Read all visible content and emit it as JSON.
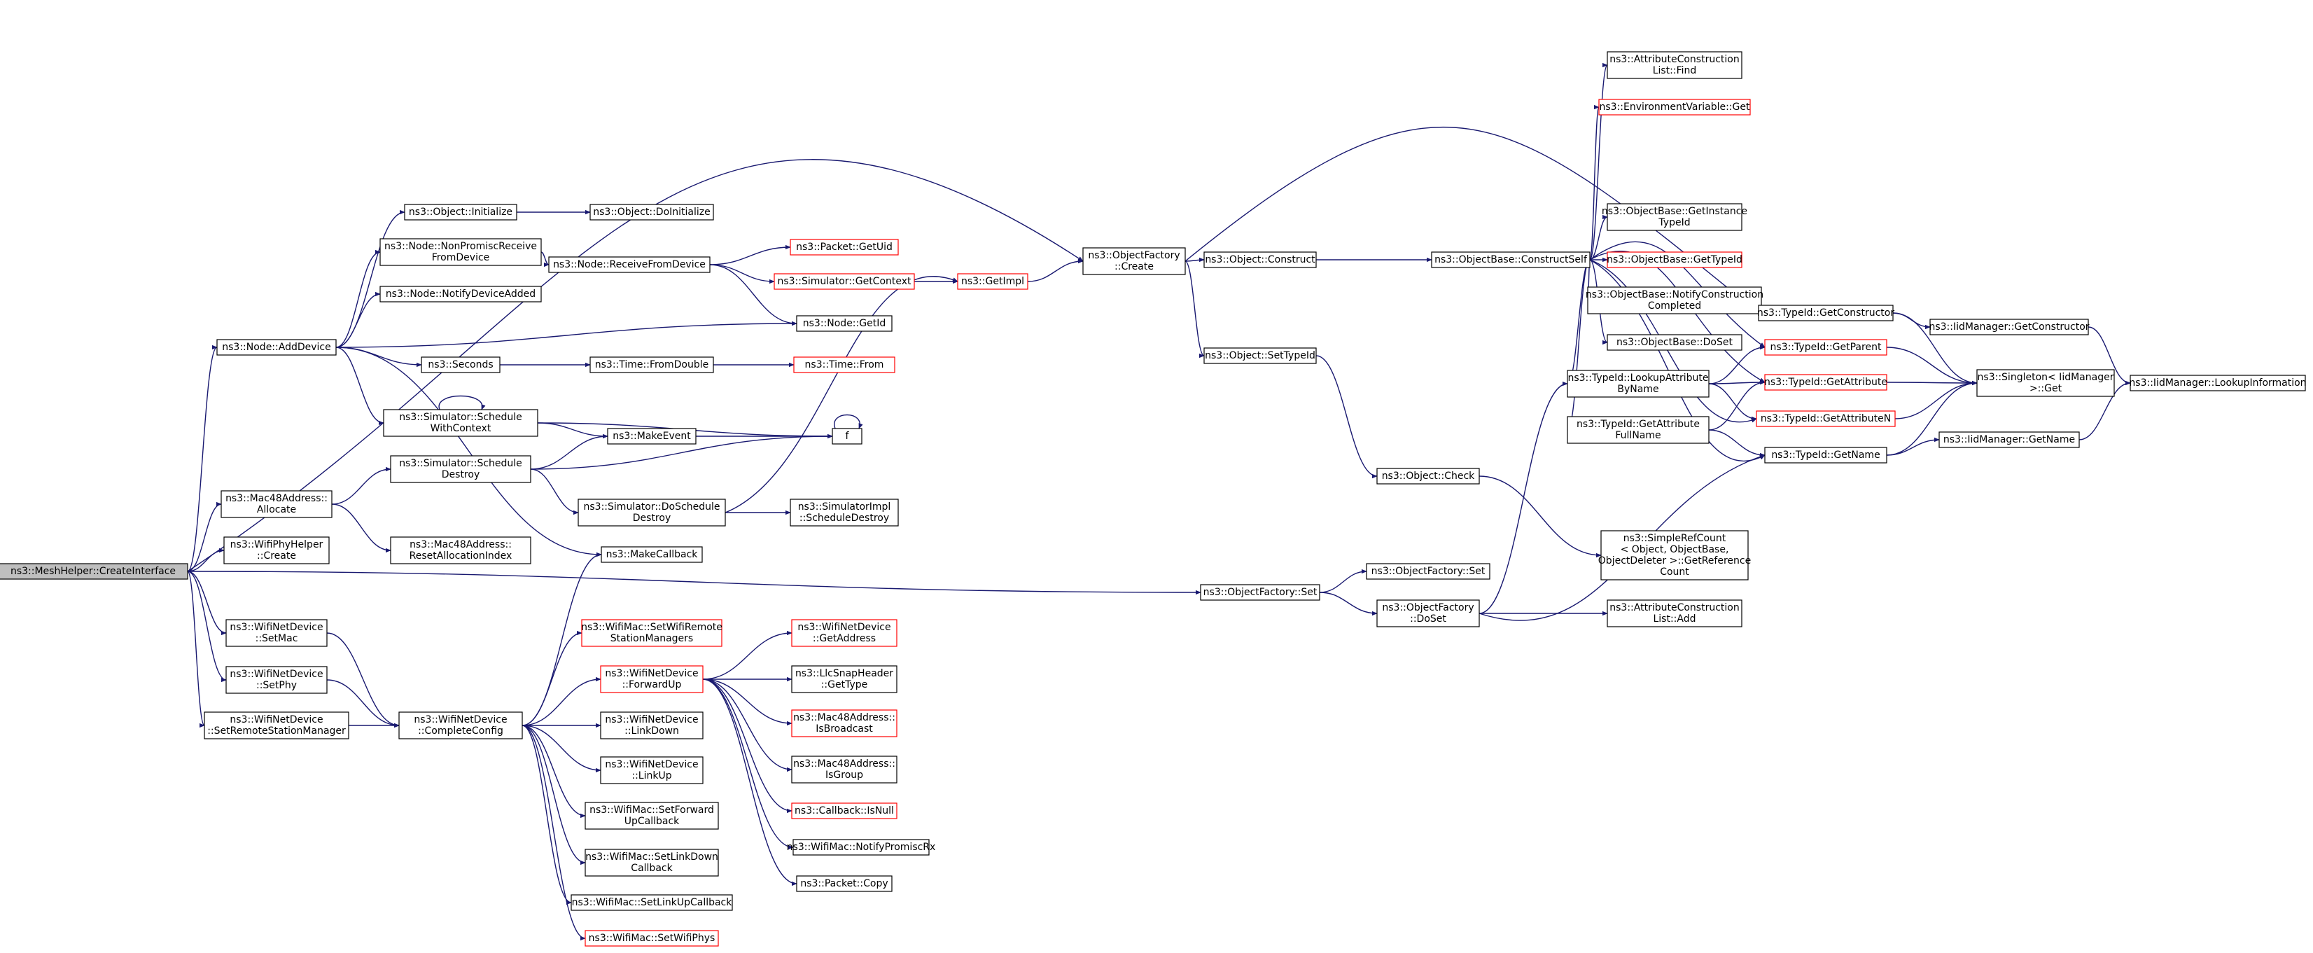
{
  "colors": {
    "edge": "#191970",
    "border_normal": "#000000",
    "border_red": "#ff0000",
    "root_fill": "#bfbfbf",
    "node_fill": "#ffffff"
  },
  "nodes": [
    {
      "id": "root",
      "lines": [
        "ns3::MeshHelper::CreateInterface"
      ],
      "style": "root"
    },
    {
      "id": "addDevice",
      "lines": [
        "ns3::Node::AddDevice"
      ],
      "style": "normal"
    },
    {
      "id": "objInit",
      "lines": [
        "ns3::Object::Initialize"
      ],
      "style": "normal"
    },
    {
      "id": "objDoInit",
      "lines": [
        "ns3::Object::DoInitialize"
      ],
      "style": "normal"
    },
    {
      "id": "nonPromisc",
      "lines": [
        "ns3::Node::NonPromiscReceive",
        "FromDevice"
      ],
      "style": "normal"
    },
    {
      "id": "recvFromDev",
      "lines": [
        "ns3::Node::ReceiveFromDevice"
      ],
      "style": "normal"
    },
    {
      "id": "pktGetUid",
      "lines": [
        "ns3::Packet::GetUid"
      ],
      "style": "red"
    },
    {
      "id": "simGetCtx",
      "lines": [
        "ns3::Simulator::GetContext"
      ],
      "style": "red"
    },
    {
      "id": "getImpl",
      "lines": [
        "ns3::GetImpl"
      ],
      "style": "red"
    },
    {
      "id": "notifyDevAdded",
      "lines": [
        "ns3::Node::NotifyDeviceAdded"
      ],
      "style": "normal"
    },
    {
      "id": "nodeGetId",
      "lines": [
        "ns3::Node::GetId"
      ],
      "style": "normal"
    },
    {
      "id": "seconds",
      "lines": [
        "ns3::Seconds"
      ],
      "style": "normal"
    },
    {
      "id": "timeFromDouble",
      "lines": [
        "ns3::Time::FromDouble"
      ],
      "style": "normal"
    },
    {
      "id": "timeFrom",
      "lines": [
        "ns3::Time::From"
      ],
      "style": "red"
    },
    {
      "id": "schedWithCtx",
      "lines": [
        "ns3::Simulator::Schedule",
        "WithContext"
      ],
      "style": "normal"
    },
    {
      "id": "makeEvent",
      "lines": [
        "ns3::MakeEvent"
      ],
      "style": "normal"
    },
    {
      "id": "f",
      "lines": [
        "f"
      ],
      "style": "normal"
    },
    {
      "id": "schedDestroy",
      "lines": [
        "ns3::Simulator::Schedule",
        "Destroy"
      ],
      "style": "normal"
    },
    {
      "id": "doSchedDestroy",
      "lines": [
        "ns3::Simulator::DoSchedule",
        "Destroy"
      ],
      "style": "normal"
    },
    {
      "id": "simImplSchedDestroy",
      "lines": [
        "ns3::SimulatorImpl",
        "::ScheduleDestroy"
      ],
      "style": "normal"
    },
    {
      "id": "macAllocate",
      "lines": [
        "ns3::Mac48Address::",
        "Allocate"
      ],
      "style": "normal"
    },
    {
      "id": "macResetAlloc",
      "lines": [
        "ns3::Mac48Address::",
        "ResetAllocationIndex"
      ],
      "style": "normal"
    },
    {
      "id": "phyHelperCreate",
      "lines": [
        "ns3::WifiPhyHelper",
        "::Create"
      ],
      "style": "normal"
    },
    {
      "id": "makeCallback",
      "lines": [
        "ns3::MakeCallback"
      ],
      "style": "normal"
    },
    {
      "id": "wndSetMac",
      "lines": [
        "ns3::WifiNetDevice",
        "::SetMac"
      ],
      "style": "normal"
    },
    {
      "id": "wndSetPhy",
      "lines": [
        "ns3::WifiNetDevice",
        "::SetPhy"
      ],
      "style": "normal"
    },
    {
      "id": "wndSetRsm",
      "lines": [
        "ns3::WifiNetDevice",
        "::SetRemoteStationManager"
      ],
      "style": "normal"
    },
    {
      "id": "wndCompleteConfig",
      "lines": [
        "ns3::WifiNetDevice",
        "::CompleteConfig"
      ],
      "style": "normal"
    },
    {
      "id": "wmSetRsm",
      "lines": [
        "ns3::WifiMac::SetWifiRemote",
        "StationManagers"
      ],
      "style": "red"
    },
    {
      "id": "wndForwardUp",
      "lines": [
        "ns3::WifiNetDevice",
        "::ForwardUp"
      ],
      "style": "red"
    },
    {
      "id": "wndGetAddress",
      "lines": [
        "ns3::WifiNetDevice",
        "::GetAddress"
      ],
      "style": "red"
    },
    {
      "id": "llcGetType",
      "lines": [
        "ns3::LlcSnapHeader",
        "::GetType"
      ],
      "style": "normal"
    },
    {
      "id": "macIsBroadcast",
      "lines": [
        "ns3::Mac48Address::",
        "IsBroadcast"
      ],
      "style": "red"
    },
    {
      "id": "macIsGroup",
      "lines": [
        "ns3::Mac48Address::",
        "IsGroup"
      ],
      "style": "normal"
    },
    {
      "id": "cbIsNull",
      "lines": [
        "ns3::Callback::IsNull"
      ],
      "style": "red"
    },
    {
      "id": "wmNotifyPromisc",
      "lines": [
        "ns3::WifiMac::NotifyPromiscRx"
      ],
      "style": "normal"
    },
    {
      "id": "pktCopy",
      "lines": [
        "ns3::Packet::Copy"
      ],
      "style": "normal"
    },
    {
      "id": "wndLinkDown",
      "lines": [
        "ns3::WifiNetDevice",
        "::LinkDown"
      ],
      "style": "normal"
    },
    {
      "id": "wndLinkUp",
      "lines": [
        "ns3::WifiNetDevice",
        "::LinkUp"
      ],
      "style": "normal"
    },
    {
      "id": "wmSetForwardUp",
      "lines": [
        "ns3::WifiMac::SetForward",
        "UpCallback"
      ],
      "style": "normal"
    },
    {
      "id": "wmSetLinkDown",
      "lines": [
        "ns3::WifiMac::SetLinkDown",
        "Callback"
      ],
      "style": "normal"
    },
    {
      "id": "wmSetLinkUp",
      "lines": [
        "ns3::WifiMac::SetLinkUpCallback"
      ],
      "style": "normal"
    },
    {
      "id": "wmSetPhys",
      "lines": [
        "ns3::WifiMac::SetWifiPhys"
      ],
      "style": "red"
    },
    {
      "id": "ofCreate",
      "lines": [
        "ns3::ObjectFactory",
        "::Create"
      ],
      "style": "normal"
    },
    {
      "id": "objConstruct",
      "lines": [
        "ns3::Object::Construct"
      ],
      "style": "normal"
    },
    {
      "id": "objSetTypeId",
      "lines": [
        "ns3::Object::SetTypeId"
      ],
      "style": "normal"
    },
    {
      "id": "objCheck",
      "lines": [
        "ns3::Object::Check"
      ],
      "style": "normal"
    },
    {
      "id": "ofSet",
      "lines": [
        "ns3::ObjectFactory::Set"
      ],
      "style": "normal"
    },
    {
      "id": "ofSet2",
      "lines": [
        "ns3::ObjectFactory::Set"
      ],
      "style": "normal"
    },
    {
      "id": "ofDoSet",
      "lines": [
        "ns3::ObjectFactory",
        "::DoSet"
      ],
      "style": "normal"
    },
    {
      "id": "obConstructSelf",
      "lines": [
        "ns3::ObjectBase::ConstructSelf"
      ],
      "style": "normal"
    },
    {
      "id": "aclFind",
      "lines": [
        "ns3::AttributeConstruction",
        "List::Find"
      ],
      "style": "normal"
    },
    {
      "id": "envGet",
      "lines": [
        "ns3::EnvironmentVariable::Get"
      ],
      "style": "red"
    },
    {
      "id": "obGetInstanceTypeId",
      "lines": [
        "ns3::ObjectBase::GetInstance",
        "TypeId"
      ],
      "style": "normal"
    },
    {
      "id": "obGetTypeId",
      "lines": [
        "ns3::ObjectBase::GetTypeId"
      ],
      "style": "red"
    },
    {
      "id": "obNotifyConstruction",
      "lines": [
        "ns3::ObjectBase::NotifyConstruction",
        "Completed"
      ],
      "style": "normal"
    },
    {
      "id": "obDoSet",
      "lines": [
        "ns3::ObjectBase::DoSet"
      ],
      "style": "normal"
    },
    {
      "id": "tidLookupAttr",
      "lines": [
        "ns3::TypeId::LookupAttribute",
        "ByName"
      ],
      "style": "normal"
    },
    {
      "id": "tidGetAttrFullName",
      "lines": [
        "ns3::TypeId::GetAttribute",
        "FullName"
      ],
      "style": "normal"
    },
    {
      "id": "srcGetRefCount",
      "lines": [
        "ns3::SimpleRefCount",
        "< Object, ObjectBase,",
        "ObjectDeleter >::GetReference",
        "Count"
      ],
      "style": "normal"
    },
    {
      "id": "aclAdd",
      "lines": [
        "ns3::AttributeConstruction",
        "List::Add"
      ],
      "style": "normal"
    },
    {
      "id": "tidGetConstructor",
      "lines": [
        "ns3::TypeId::GetConstructor"
      ],
      "style": "normal"
    },
    {
      "id": "tidGetParent",
      "lines": [
        "ns3::TypeId::GetParent"
      ],
      "style": "red"
    },
    {
      "id": "tidGetAttribute",
      "lines": [
        "ns3::TypeId::GetAttribute"
      ],
      "style": "red"
    },
    {
      "id": "tidGetAttributeN",
      "lines": [
        "ns3::TypeId::GetAttributeN"
      ],
      "style": "red"
    },
    {
      "id": "tidGetName",
      "lines": [
        "ns3::TypeId::GetName"
      ],
      "style": "normal"
    },
    {
      "id": "iidMgrGetConstructor",
      "lines": [
        "ns3::IidManager::GetConstructor"
      ],
      "style": "normal"
    },
    {
      "id": "singletonGet",
      "lines": [
        "ns3::Singleton< IidManager",
        ">::Get"
      ],
      "style": "normal"
    },
    {
      "id": "iidMgrGetName",
      "lines": [
        "ns3::IidManager::GetName"
      ],
      "style": "normal"
    },
    {
      "id": "iidMgrLookupInfo",
      "lines": [
        "ns3::IidManager::LookupInformation"
      ],
      "style": "normal"
    }
  ]
}
